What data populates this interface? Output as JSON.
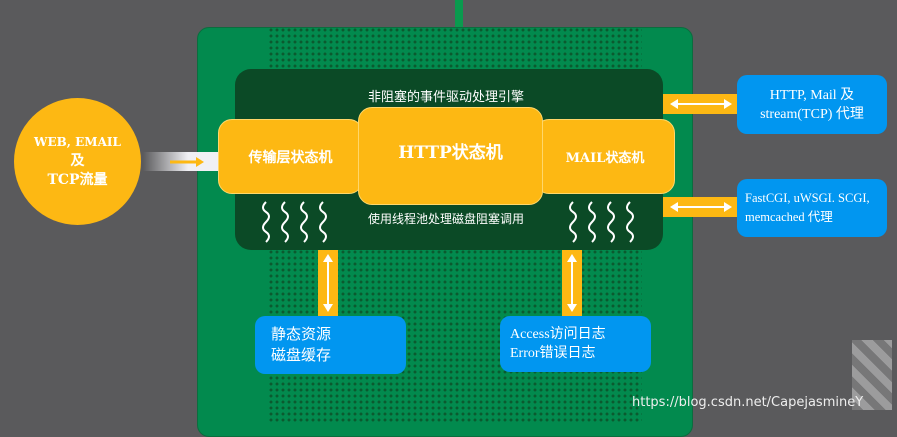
{
  "source": {
    "lines": [
      "WEB, EMAIL",
      "及",
      "TCP流量"
    ]
  },
  "engine": {
    "title": "非阻塞的事件驱动处理引擎",
    "thread_pool_note": "使用线程池处理磁盘阻塞调用"
  },
  "state_machines": {
    "transport": "传输层状态机",
    "http": "HTTP状态机",
    "mail": "MAIL状态机"
  },
  "proxies": {
    "http_mail": [
      "HTTP, Mail 及",
      "stream(TCP) 代理"
    ],
    "fastcgi": [
      "FastCGI, uWSGI. SCGI,",
      "memcached 代理"
    ]
  },
  "storage": {
    "static": [
      "静态资源",
      "磁盘缓存"
    ],
    "logs": [
      "Access访问日志",
      "Error错误日志"
    ]
  },
  "watermark": "https://blog.csdn.net/CapejasmineY",
  "colors": {
    "yellow": "#fdb813",
    "green": "#028a4e",
    "dark_green": "#0b4a26",
    "blue": "#0196f0",
    "background": "#5a5a5c"
  }
}
